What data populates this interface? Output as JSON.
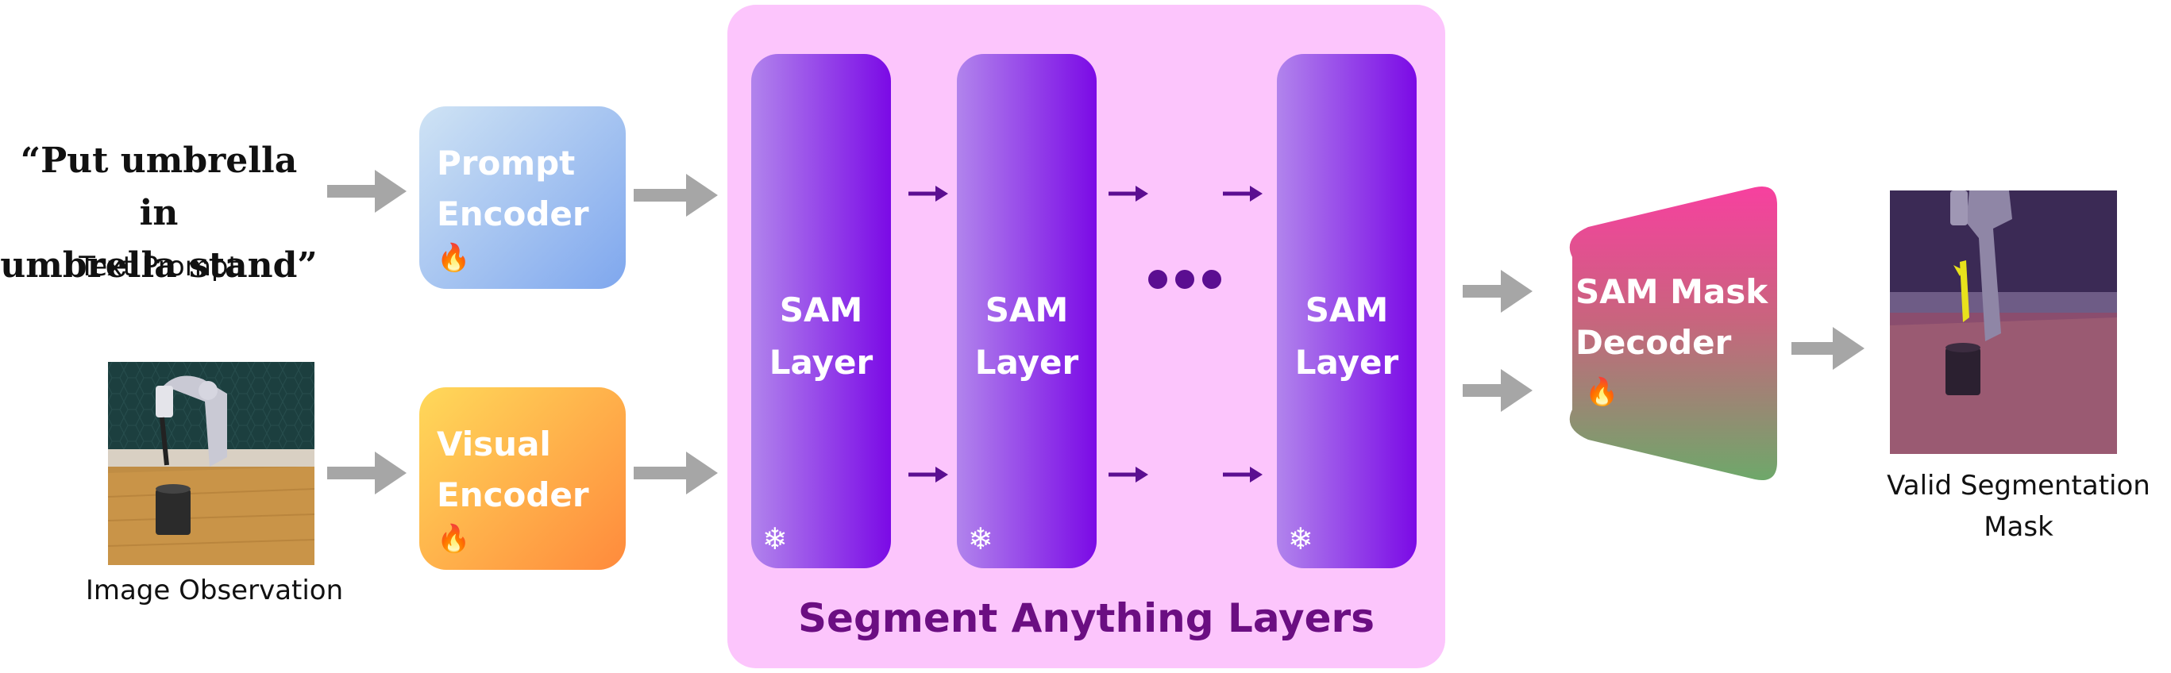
{
  "text_prompt": {
    "quote_line1": "“Put umbrella in",
    "quote_line2": "umbrella stand”",
    "caption": "Text Prompt"
  },
  "image_observation": {
    "caption": "Image Observation"
  },
  "prompt_encoder": {
    "line1": "Prompt",
    "line2": "Encoder",
    "status_icon": "fire-icon"
  },
  "visual_encoder": {
    "line1": "Visual",
    "line2": "Encoder",
    "status_icon": "fire-icon"
  },
  "sam_layers": {
    "title": "Segment Anything Layers",
    "layers": [
      {
        "line1": "SAM",
        "line2": "Layer",
        "status_icon": "snowflake-icon"
      },
      {
        "line1": "SAM",
        "line2": "Layer",
        "status_icon": "snowflake-icon"
      },
      {
        "line1": "SAM",
        "line2": "Layer",
        "status_icon": "snowflake-icon"
      }
    ]
  },
  "mask_decoder": {
    "line1": "SAM Mask",
    "line2": "Decoder",
    "status_icon": "fire-icon"
  },
  "output": {
    "caption_line1": "Valid Segmentation",
    "caption_line2": "Mask"
  },
  "colors": {
    "gray_arrow": "#a6a6a6",
    "purple_arrow": "#5b0e91",
    "panel_bg": "#fcc5fc",
    "panel_title": "#6b0e82",
    "prompt_encoder": [
      "#cfe3f4",
      "#7fa7ee"
    ],
    "visual_encoder": [
      "#ffd95a",
      "#ff8a3c"
    ],
    "sam_layer": [
      "#b184ec",
      "#7b0ae6"
    ],
    "decoder": [
      "#f7409f",
      "#6ea86a"
    ]
  }
}
